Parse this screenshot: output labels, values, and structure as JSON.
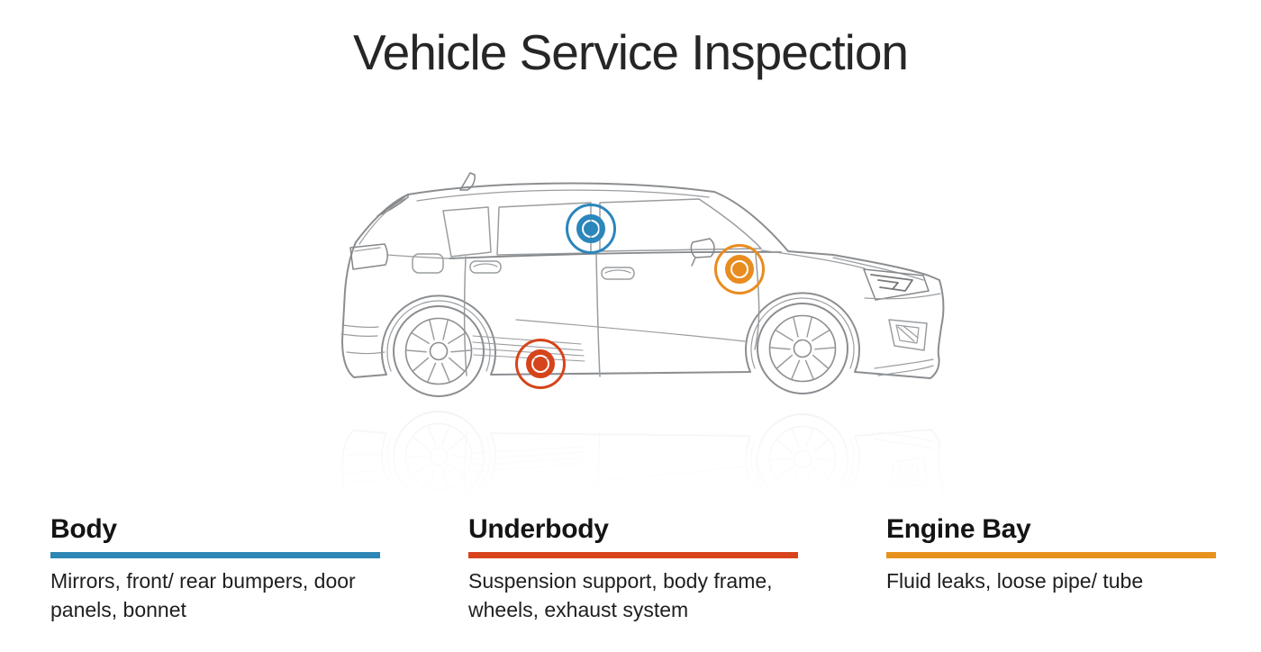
{
  "title": "Vehicle Service Inspection",
  "colors": {
    "car_line": "#9a9da0",
    "body_accent": "#2e86b5",
    "underbody_accent": "#d8431c",
    "engine_bay_accent": "#e8921e"
  },
  "hotspots": [
    {
      "id": "body",
      "color": "#2b86bc"
    },
    {
      "id": "underbody",
      "color": "#d6441b"
    },
    {
      "id": "engine-bay",
      "color": "#e98c1f"
    }
  ],
  "legend": [
    {
      "heading": "Body",
      "accent": "#2e86b5",
      "description": "Mirrors, front/ rear bumpers, door panels, bonnet"
    },
    {
      "heading": "Underbody",
      "accent": "#d8431c",
      "description": "Suspension support, body frame, wheels, exhaust system"
    },
    {
      "heading": "Engine Bay",
      "accent": "#e8921e",
      "description": "Fluid leaks, loose pipe/ tube"
    }
  ]
}
